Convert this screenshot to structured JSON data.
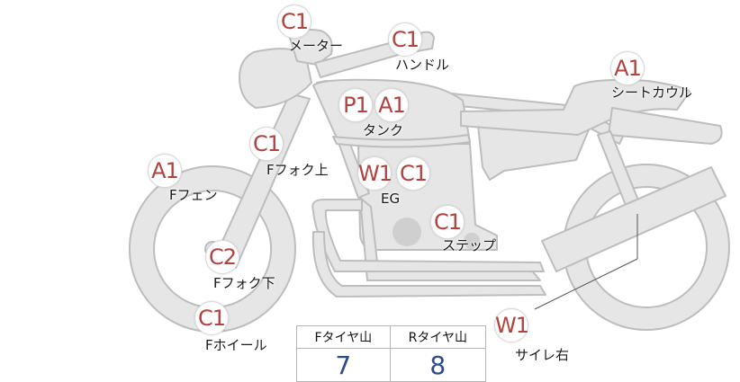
{
  "colors": {
    "bike_fill": "#e6e6e6",
    "bike_stroke": "#bdbdbd",
    "badge_text": "#b3413e",
    "value_text": "#2f4a8a"
  },
  "markers": [
    {
      "id": "meter",
      "codes": "C1",
      "label": "メーター"
    },
    {
      "id": "handle",
      "codes": "C1",
      "label": "ハンドル"
    },
    {
      "id": "seat-cowl",
      "codes": "A1",
      "label": "シートカウル"
    },
    {
      "id": "tank",
      "codes": "P1 A1",
      "label": "タンク"
    },
    {
      "id": "f-fork-upper",
      "codes": "C1",
      "label": "Fフォク上"
    },
    {
      "id": "f-fender",
      "codes": "A1",
      "label": "Fフェン"
    },
    {
      "id": "engine",
      "codes": "W1 C1",
      "label": "EG"
    },
    {
      "id": "step",
      "codes": "C1",
      "label": "ステップ"
    },
    {
      "id": "f-fork-lower",
      "codes": "C2",
      "label": "Fフォク下"
    },
    {
      "id": "f-wheel",
      "codes": "C1",
      "label": "Fホイール"
    },
    {
      "id": "muffler-right",
      "codes": "W1",
      "label": "サイレ右"
    }
  ],
  "tread": {
    "front_label": "Fタイヤ山",
    "rear_label": "Rタイヤ山",
    "front_value": "7",
    "rear_value": "8"
  }
}
